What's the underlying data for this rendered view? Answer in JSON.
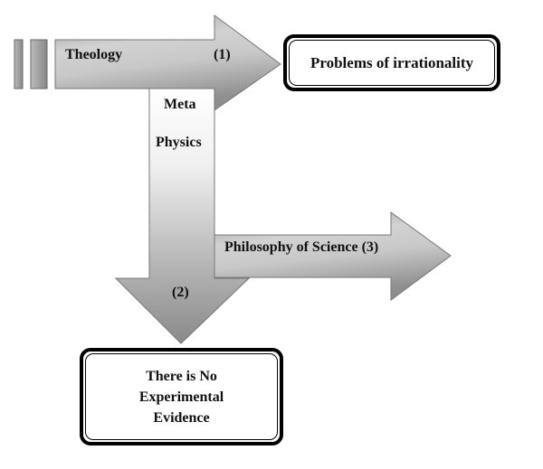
{
  "labels": {
    "theology": "Theology",
    "step1": "(1)",
    "meta": "Meta",
    "physics": "Physics",
    "step2": "(2)",
    "philosophy": "Philosophy of Science (3)"
  },
  "boxes": {
    "irrationality": "Problems of irrationality",
    "evidence_lines": [
      "There is No",
      "Experimental",
      "Evidence"
    ]
  },
  "colors": {
    "arrow_dark": "#8a8a8a",
    "arrow_light": "#d4d4d4",
    "border": "#000000"
  }
}
